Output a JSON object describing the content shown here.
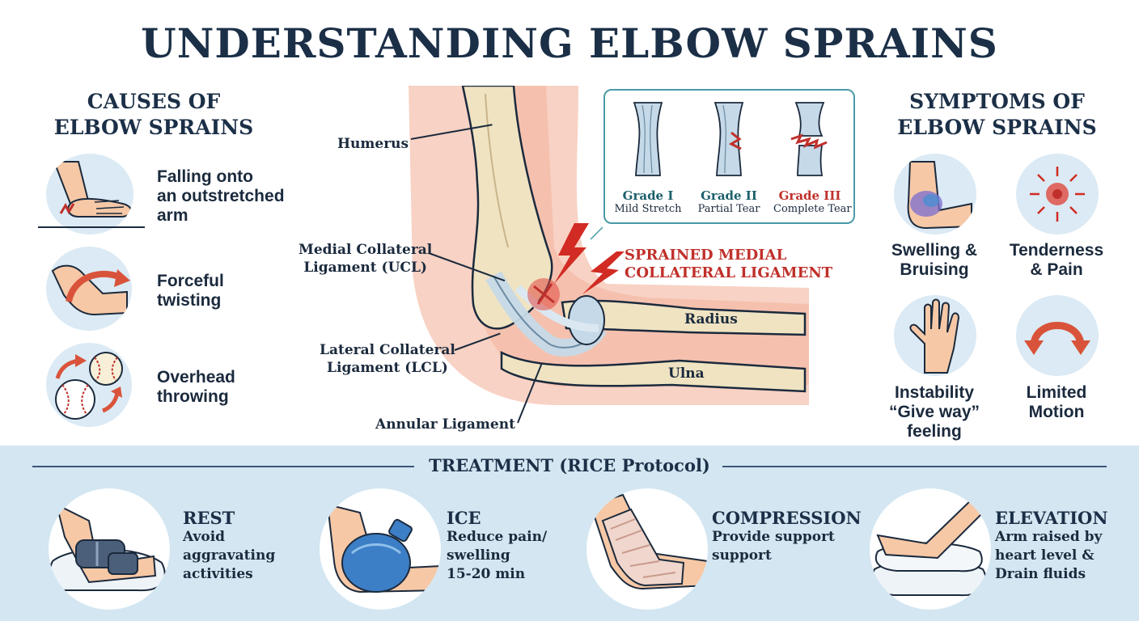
{
  "title": "UNDERSTANDING ELBOW SPRAINS",
  "causes": {
    "heading_line1": "CAUSES OF",
    "heading_line2": "ELBOW SPRAINS",
    "items": [
      {
        "icon": "fall-arm-icon",
        "lines": [
          "Falling onto",
          "an outstretched",
          "arm"
        ]
      },
      {
        "icon": "twist-arm-icon",
        "lines": [
          "Forceful",
          "twisting"
        ]
      },
      {
        "icon": "baseball-icon",
        "lines": [
          "Overhead",
          "throwing"
        ]
      }
    ]
  },
  "anatomy": {
    "labels": {
      "humerus": "Humerus",
      "mcl_line1": "Medial Collateral",
      "mcl_line2": "Ligament (UCL)",
      "lcl_line1": "Lateral Collateral",
      "lcl_line2": "Ligament (LCL)",
      "annular": "Annular Ligament",
      "radius": "Radius",
      "ulna": "Ulna",
      "sprain_line1": "SPRAINED MEDIAL",
      "sprain_line2": "COLLATERAL LIGAMENT"
    },
    "grades": [
      {
        "name": "Grade I",
        "desc": "Mild Stretch",
        "color": "#1b5f6b"
      },
      {
        "name": "Grade II",
        "desc": "Partial Tear",
        "color": "#1b5f6b"
      },
      {
        "name": "Grade III",
        "desc": "Complete Tear",
        "color": "#c0302b"
      }
    ]
  },
  "symptoms": {
    "heading_line1": "SYMPTOMS OF",
    "heading_line2": "ELBOW SPRAINS",
    "items": [
      {
        "icon": "bruise-icon",
        "lines": [
          "Swelling &",
          "Bruising"
        ]
      },
      {
        "icon": "pain-burst-icon",
        "lines": [
          "Tenderness",
          "& Pain"
        ]
      },
      {
        "icon": "hand-icon",
        "lines": [
          "Instability",
          "“Give way”",
          "feeling"
        ]
      },
      {
        "icon": "arc-arrows-icon",
        "lines": [
          "Limited",
          "Motion"
        ]
      }
    ]
  },
  "treatment": {
    "heading": "TREATMENT (RICE Protocol)",
    "items": [
      {
        "icon": "rest-brace-icon",
        "title": "REST",
        "lines": [
          "Avoid",
          "aggravating",
          "activities"
        ]
      },
      {
        "icon": "ice-pack-icon",
        "title": "ICE",
        "lines": [
          "Reduce pain/",
          "swelling",
          "15-20 min"
        ]
      },
      {
        "icon": "bandage-icon",
        "title": "COMPRESSION",
        "lines": [
          "Provide support",
          "support"
        ]
      },
      {
        "icon": "pillow-arm-icon",
        "title": "ELEVATION",
        "lines": [
          "Arm raised by",
          "heart level &",
          "Drain fluids"
        ]
      }
    ]
  },
  "colors": {
    "navy": "#1b2f47",
    "accent_red": "#c0302b",
    "light_blue": "#d3e6f2",
    "skin": "#f6c8a6",
    "bone": "#efe3c2"
  }
}
